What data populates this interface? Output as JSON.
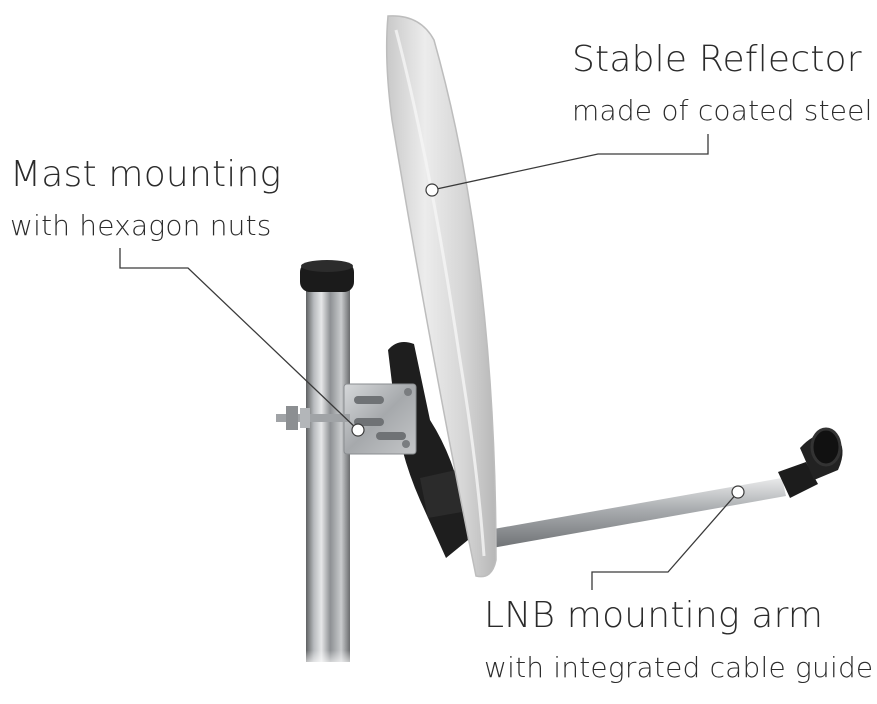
{
  "callouts": {
    "reflector": {
      "title": "Stable Reflector",
      "subtitle": "made of coated steel"
    },
    "mast": {
      "title": "Mast mounting",
      "subtitle": "with hexagon nuts"
    },
    "arm": {
      "title": "LNB mounting arm",
      "subtitle": "with integrated cable guide"
    }
  },
  "colors": {
    "background": "#ffffff",
    "text": "#2b2b2b",
    "leader_line": "#3a3a3a",
    "dish": "#dcdcdc",
    "mast_steel": "#9a9a9a",
    "bracket_black": "#1e1e1e",
    "plate_galvanized": "#b9bcbf"
  }
}
